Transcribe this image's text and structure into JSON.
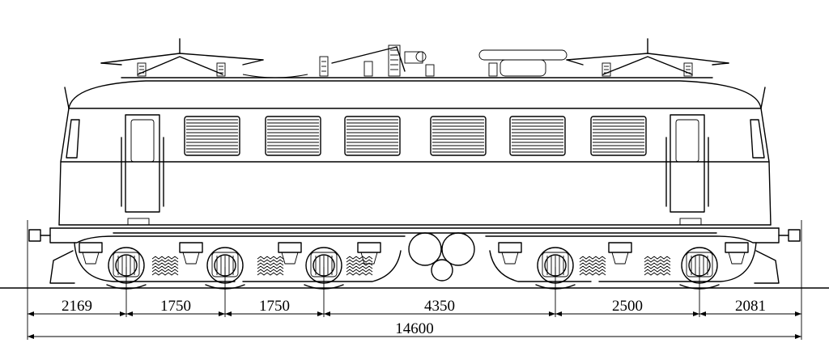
{
  "diagram": {
    "subject": "electric-locomotive-side-elevation",
    "colors": {
      "line": "#000000",
      "background": "#ffffff"
    },
    "segment_dimensions": [
      "2169",
      "1750",
      "1750",
      "4350",
      "2500",
      "2081"
    ],
    "overall_dimension": "14600"
  }
}
